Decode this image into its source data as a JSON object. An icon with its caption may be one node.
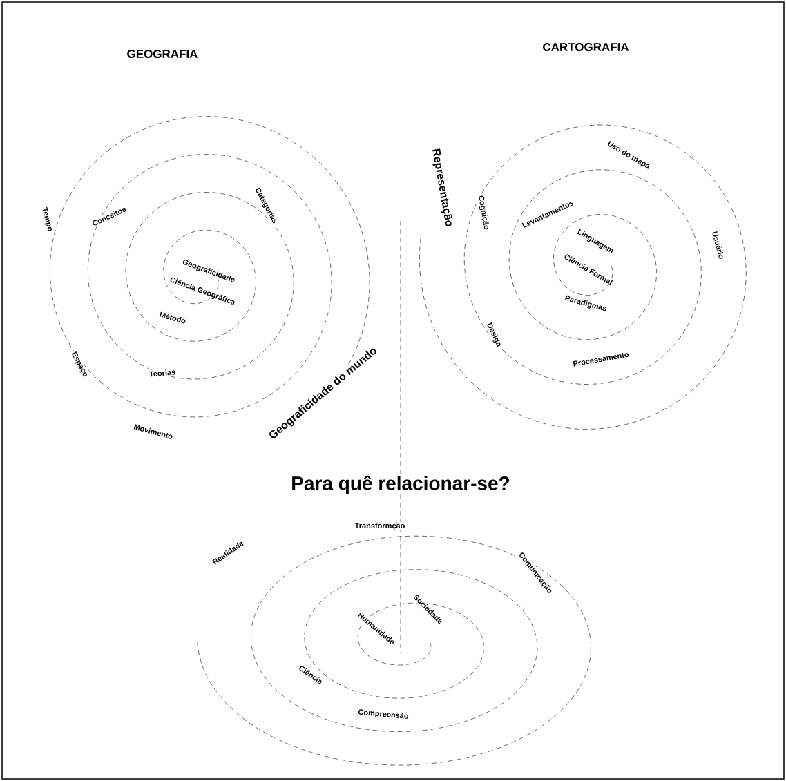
{
  "diagram": {
    "labels": [
      "GEOGRAFIA",
      "CARTOGRAFIA",
      "Tempo",
      "Conceitos",
      "Categorias",
      "Geograficidade",
      "Ciência Geográfica",
      "Método",
      "Espaço",
      "Teorias",
      "Movimento",
      "Geograficidade do mundo",
      "Representação",
      "Uso do mapa",
      "Cognição",
      "Levantamentos",
      "Linguagem",
      "Ciência Formal",
      "Usuário",
      "Paradigmas",
      "Design",
      "Processamento",
      "Para quê relacionar-se?",
      "Transformção",
      "Realidade",
      "Comunicação",
      "Sociedade",
      "Humanidade",
      "Ciência",
      "Compreensão"
    ]
  }
}
